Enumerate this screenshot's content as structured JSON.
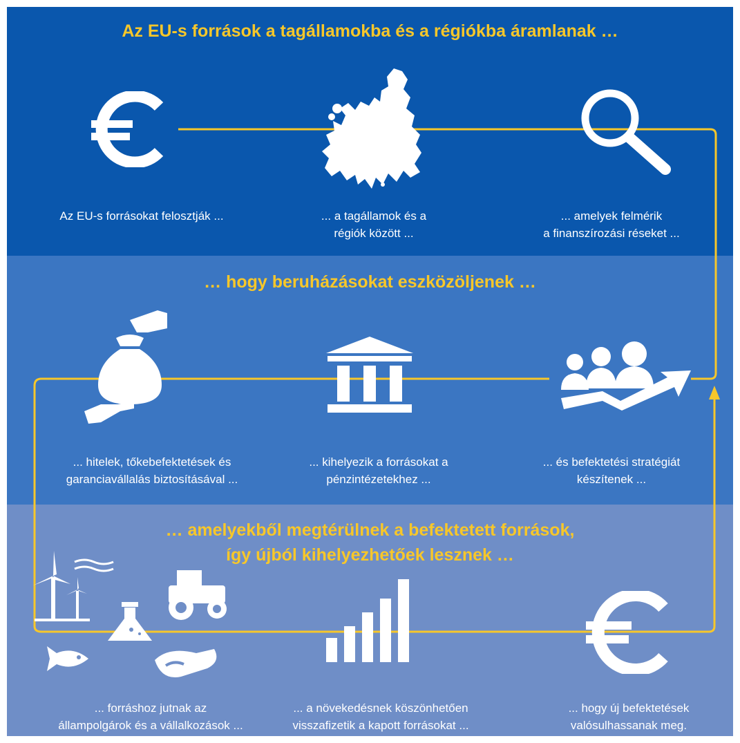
{
  "headings": {
    "top": "Az EU-s források a tagállamokba és a régiókba áramlanak …",
    "middle": "… hogy beruházásokat eszközöljenek …",
    "bottom_line1": "… amelyekből megtérülnek a befektetett források,",
    "bottom_line2": "így újból kihelyezhetőek lesznek …"
  },
  "steps": [
    {
      "icon": "euro-icon",
      "lines": [
        "Az EU-s forrásokat felosztják ..."
      ]
    },
    {
      "icon": "europe-map-icon",
      "lines": [
        "... a tagállamok és a",
        "régiók között ..."
      ]
    },
    {
      "icon": "magnifier-icon",
      "lines": [
        "... amelyek felmérik",
        "a finanszírozási réseket ..."
      ]
    },
    {
      "icon": "people-growth-icon",
      "lines": [
        "... és befektetési stratégiát",
        "készítenek ..."
      ]
    },
    {
      "icon": "bank-icon",
      "lines": [
        "... kihelyezik a forrásokat a",
        "pénzintézetekhez ..."
      ]
    },
    {
      "icon": "money-bag-hands-icon",
      "lines": [
        "... hitelek, tőkebefektetések és",
        "garanciavállalás biztosításával ..."
      ]
    },
    {
      "icon": "sectors-icon",
      "lines": [
        "... forráshoz jutnak az",
        "állampolgárok és a vállalkozások ..."
      ]
    },
    {
      "icon": "bar-chart-icon",
      "lines": [
        "... a növekedésnek köszönhetően",
        "visszafizetik a kapott forrásokat ..."
      ]
    },
    {
      "icon": "euro-icon",
      "lines": [
        "... hogy új befektetések",
        "valósulhassanak meg."
      ]
    }
  ],
  "colors": {
    "band_top": "#0a57ad",
    "band_middle": "#3b76c2",
    "band_bottom": "#6f8ec7",
    "heading": "#f7c72a",
    "flow_line": "#f7c72a",
    "icons": "#ffffff"
  }
}
